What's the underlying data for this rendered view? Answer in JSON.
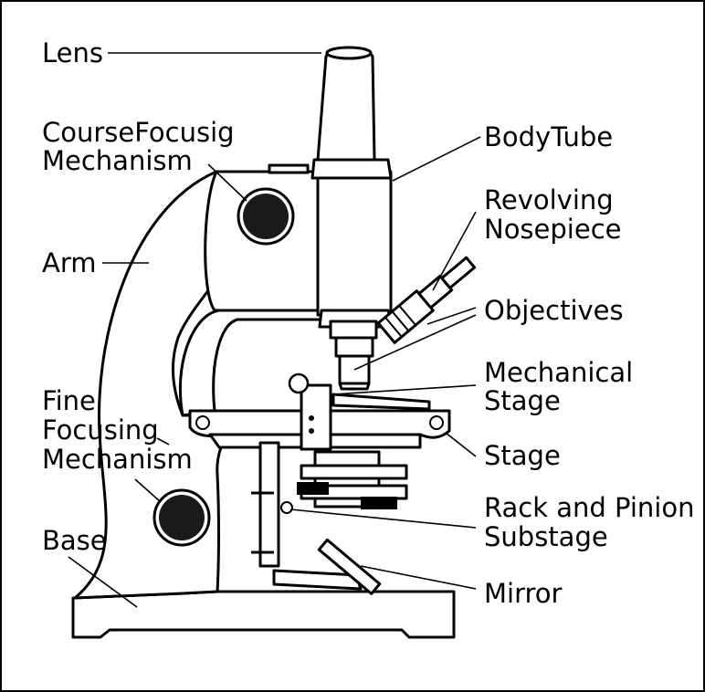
{
  "labels": {
    "lens": "Lens",
    "coarse_focus_line1": "CourseFocusig",
    "coarse_focus_line2": "Mechanism",
    "arm": "Arm",
    "fine_focus_line1": "Fine",
    "fine_focus_line2": "Focusing",
    "fine_focus_line3": "Mechanism",
    "base": "Base",
    "body_tube": "BodyTube",
    "revolving_line1": "Revolving",
    "revolving_line2": "Nosepiece",
    "objectives": "Objectives",
    "mech_stage_line1": "Mechanical",
    "mech_stage_line2": "Stage",
    "stage": "Stage",
    "rack_line1": "Rack and Pinion",
    "rack_line2": "Substage",
    "mirror": "Mirror"
  }
}
